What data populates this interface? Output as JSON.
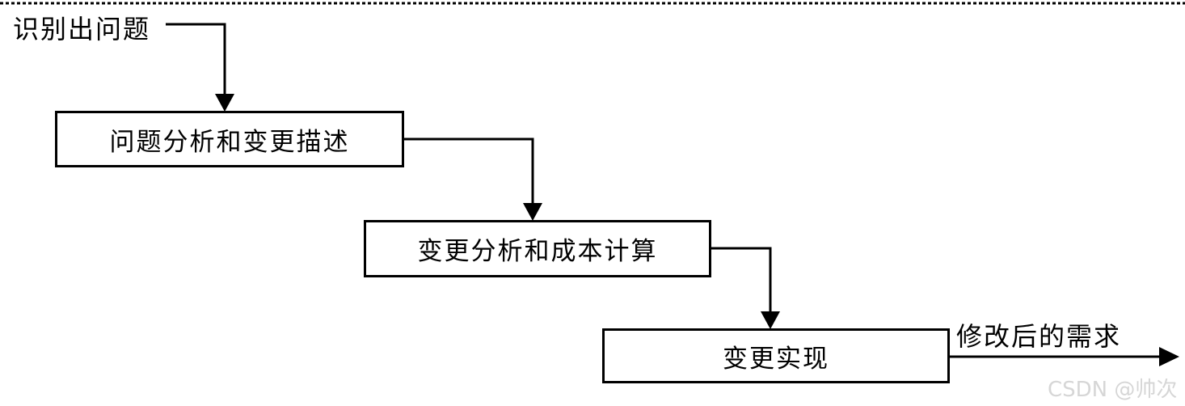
{
  "diagram": {
    "start_label": "识别出问题",
    "boxes": [
      {
        "label": "问题分析和变更描述"
      },
      {
        "label": "变更分析和成本计算"
      },
      {
        "label": "变更实现"
      }
    ],
    "output_label": "修改后的需求",
    "watermark": "CSDN @帅次",
    "colors": {
      "line": "#000000",
      "background": "#ffffff",
      "watermark": "#d6d6d6"
    }
  }
}
